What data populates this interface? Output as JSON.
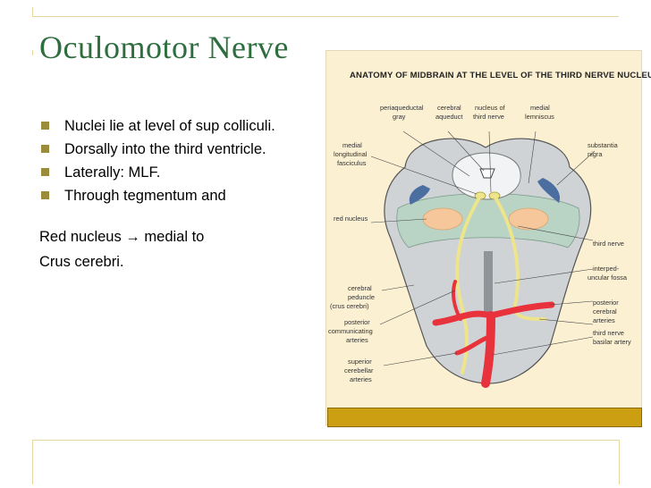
{
  "slide": {
    "title": "Oculomotor Nerve",
    "bullets": [
      "Nuclei lie at level of sup colliculi.",
      "Dorsally into the third ventricle.",
      "Laterally: MLF.",
      "Through tegmentum and"
    ],
    "lines": [
      "Red nucleus → medial to",
      "Crus cerebri."
    ]
  },
  "figure": {
    "title": "ANATOMY OF MIDBRAIN AT THE LEVEL OF THE THIRD NERVE NUCLEUS",
    "labels": {
      "periaqueductal": "periaqueductal",
      "gray": "gray",
      "cerebral": "cerebral",
      "aqueduct": "aqueduct",
      "nucleus_of": "nucleus of",
      "third_nerve_n": "third nerve",
      "medial": "medial",
      "lemniscus": "lemniscus",
      "medial2": "medial",
      "longitudinal": "longitudinal",
      "fasciculus": "fasciculus",
      "substantia": "substantia",
      "nigra": "nigra",
      "red_nucleus": "red nucleus",
      "third_nerve_r": "third nerve",
      "interped": "interped-",
      "uncular_fossa": "uncular fossa",
      "cerebral2": "cerebral",
      "peduncle": "peduncle",
      "crus_cerebri": "(crus cerebri)",
      "posterior": "posterior",
      "communicating": "communicating",
      "arteries1": "arteries",
      "posterior2": "posterior",
      "cerebral3": "cerebral",
      "arteries2": "arteries",
      "third_nerve_b": "third nerve",
      "basilar_artery": "basilar artery",
      "superior": "superior",
      "cerebellar": "cerebellar",
      "arteries3": "arteries"
    }
  },
  "colors": {
    "title": "#2e6e3e",
    "bullet": "#9b8c3c",
    "rule": "#e8d8a0",
    "caption_bar": "#cc9e12",
    "artery": "#e8323c",
    "nerve": "#ede48c",
    "red_nucleus": "#f6c79a",
    "brainstem": "#cfd3d6",
    "nigra": "#4a6ea0"
  }
}
